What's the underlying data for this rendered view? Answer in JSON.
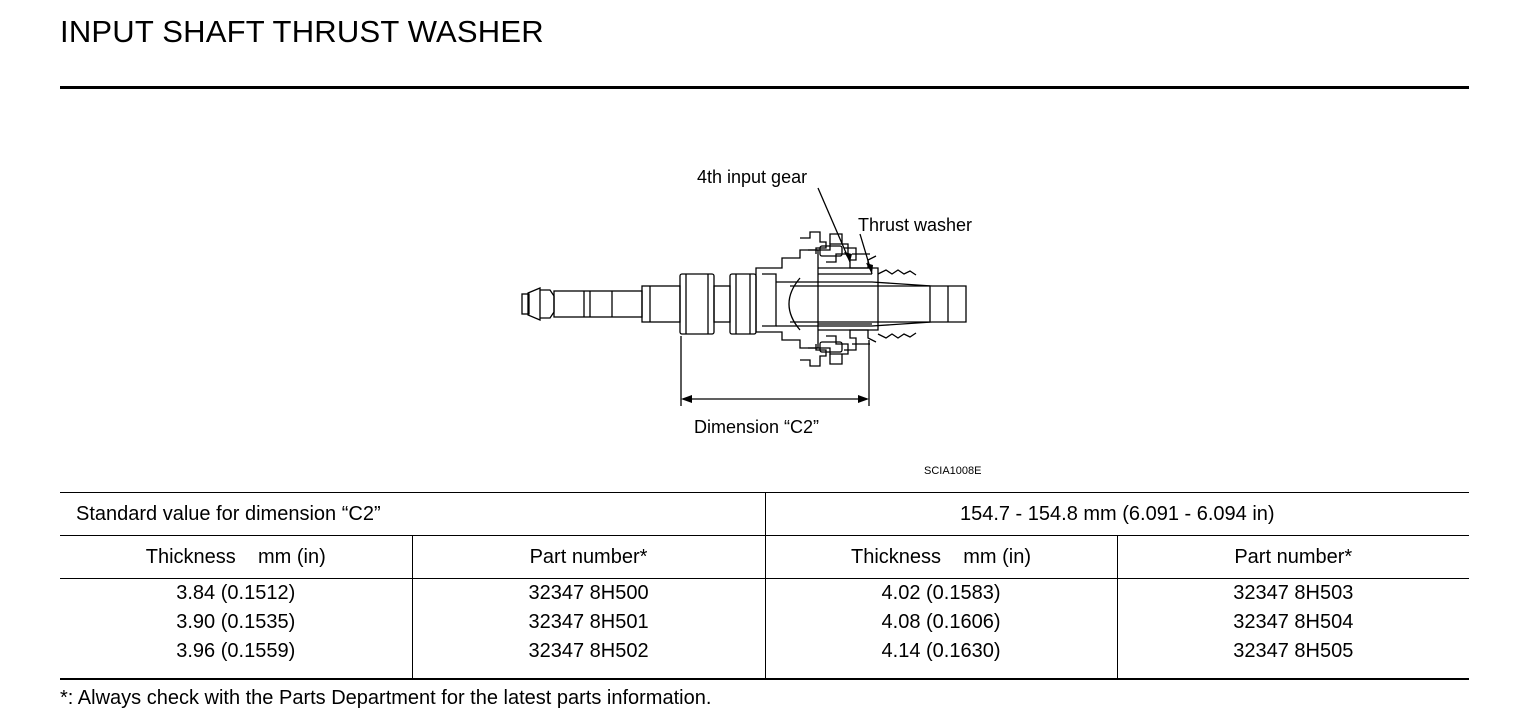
{
  "title": "INPUT SHAFT THRUST WASHER",
  "figure": {
    "labels": {
      "gear": "4th input gear",
      "washer": "Thrust washer",
      "dimension": "Dimension “C2”"
    },
    "figure_code": "SCIA1008E"
  },
  "table": {
    "standard_label": "Standard value for dimension “C2”",
    "standard_value": "154.7 - 154.8 mm (6.091 - 6.094 in)",
    "headers": [
      "Thickness    mm (in)",
      "Part number*",
      "Thickness    mm (in)",
      "Part number*"
    ],
    "left": {
      "thickness": [
        "3.84 (0.1512)",
        "3.90 (0.1535)",
        "3.96 (0.1559)"
      ],
      "part_number": [
        "32347 8H500",
        "32347 8H501",
        "32347 8H502"
      ]
    },
    "right": {
      "thickness": [
        "4.02 (0.1583)",
        "4.08 (0.1606)",
        "4.14 (0.1630)"
      ],
      "part_number": [
        "32347 8H503",
        "32347 8H504",
        "32347 8H505"
      ]
    }
  },
  "footnote": "*: Always check with the Parts Department for the latest parts information."
}
